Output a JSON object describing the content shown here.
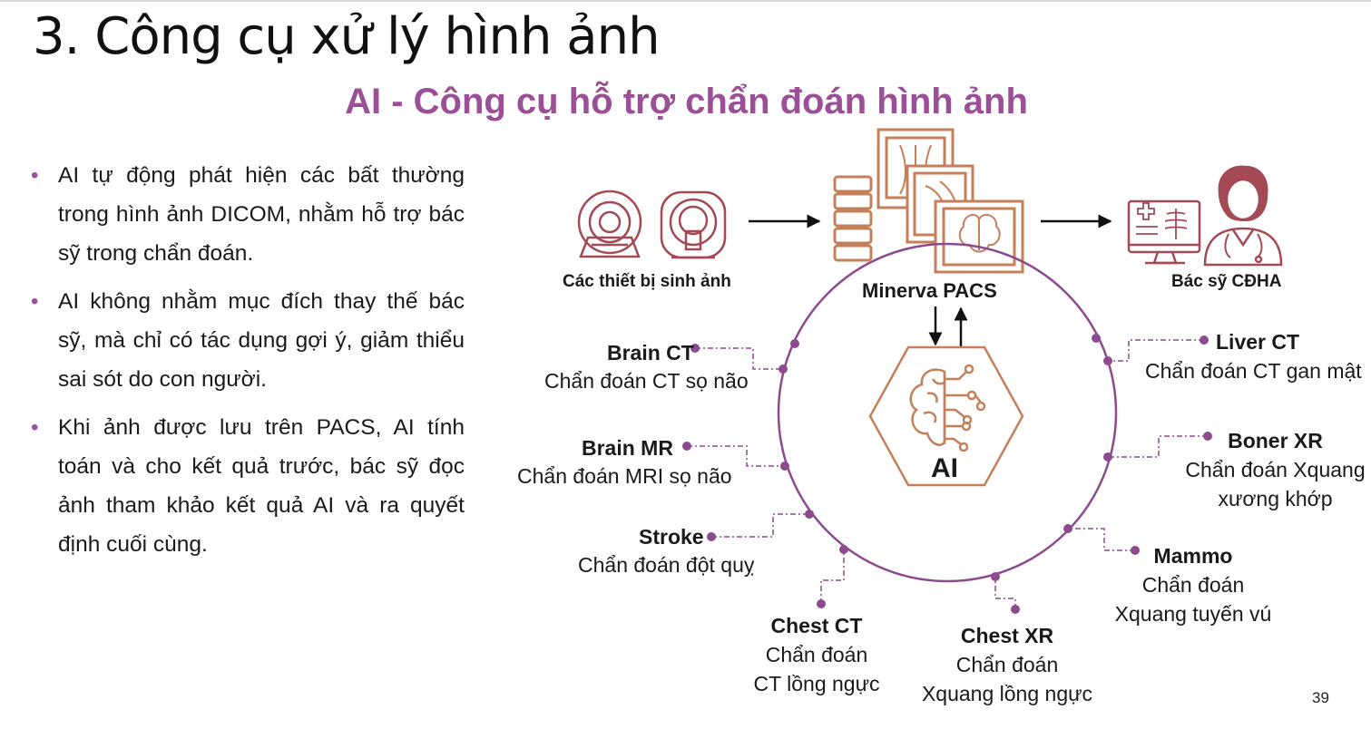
{
  "slide": {
    "title": "3. Công cụ xử lý hình ảnh",
    "subtitle": "AI - Công cụ hỗ trợ chẩn đoán hình ảnh",
    "page_number": "39",
    "accent_color": "#9b4f96",
    "icon_color": "#a34a54",
    "ai_hex_color": "#c4805a"
  },
  "bullets": [
    "AI tự động phát hiện các bất thường trong hình ảnh DICOM, nhằm hỗ trợ bác sỹ trong chẩn đoán.",
    "AI không nhằm mục đích thay thế bác sỹ, mà chỉ có tác dụng gợi ý, giảm thiểu sai sót do con người.",
    "Khi ảnh được lưu trên PACS, AI tính toán và cho kết quả trước, bác sỹ đọc ảnh tham khảo kết quả AI và ra quyết định cuối cùng."
  ],
  "flow": {
    "devices_label": "Các thiết bị sinh ảnh",
    "pacs_label": "Minerva PACS",
    "doctor_label": "Bác sỹ CĐHA",
    "ai_label": "AI",
    "icons": [
      "ct-scanner-icon",
      "mri-scanner-icon",
      "pacs-images-icon",
      "brain-chip-icon",
      "doctor-workstation-icon"
    ]
  },
  "modules": {
    "brain_ct": {
      "name": "Brain CT",
      "desc": "Chẩn đoán CT sọ não"
    },
    "brain_mr": {
      "name": "Brain MR",
      "desc": "Chẩn đoán MRI sọ não"
    },
    "stroke": {
      "name": "Stroke",
      "desc": "Chẩn đoán đột quỵ"
    },
    "chest_ct": {
      "name": "Chest CT",
      "desc1": "Chẩn đoán",
      "desc2": "CT lồng ngực"
    },
    "chest_xr": {
      "name": "Chest XR",
      "desc1": "Chẩn đoán",
      "desc2": "Xquang lồng ngực"
    },
    "mammo": {
      "name": "Mammo",
      "desc1": "Chẩn đoán",
      "desc2": "Xquang tuyến vú"
    },
    "boner_xr": {
      "name": "Boner XR",
      "desc1": "Chẩn đoán Xquang",
      "desc2": "xương khớp"
    },
    "liver_ct": {
      "name": "Liver CT",
      "desc": "Chẩn đoán CT gan mật"
    }
  }
}
